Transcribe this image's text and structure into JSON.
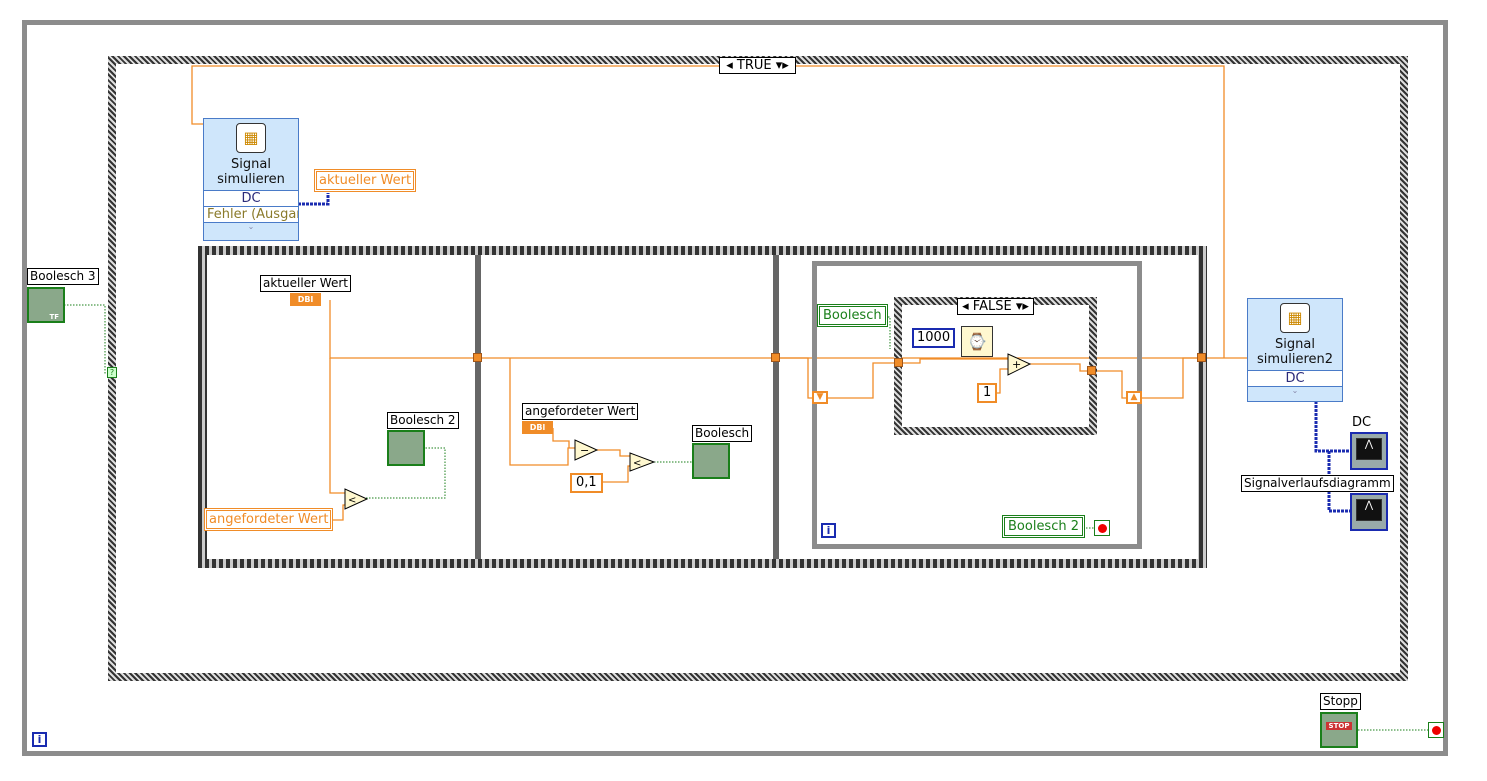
{
  "case_outer": {
    "selector": "TRUE"
  },
  "case_inner": {
    "selector": "FALSE"
  },
  "express_vi_1": {
    "title_line1": "Signal",
    "title_line2": "simulieren",
    "output1": "DC",
    "output2": "Fehler (Ausgar"
  },
  "express_vi_2": {
    "title_line1": "Signal",
    "title_line2": "simulieren2",
    "output1": "DC"
  },
  "indicators": {
    "aktueller_wert_out": "aktueller Wert",
    "angeforderter_wert_ctrl": "angefordeter Wert",
    "boolesch_inner": "Boolesch",
    "boolesch2_inner": "Boolesch 2"
  },
  "labels": {
    "boolesch3": "Boolesch 3",
    "aktueller_wert": "aktueller Wert",
    "boolesch2": "Boolesch 2",
    "angefordeter_wert": "angefordeter Wert",
    "boolesch": "Boolesch",
    "dc_graph": "DC",
    "signalverlauf": "Signalverlaufsdiagramm",
    "stopp": "Stopp"
  },
  "constants": {
    "wait_ms": "1000",
    "increment": "1",
    "threshold": "0,1"
  },
  "terminal_text": {
    "dbl": "DBl",
    "tf": "TF",
    "stop": "STOP",
    "iteration": "i"
  },
  "colors": {
    "wire_numeric": "#f08c28",
    "wire_boolean": "#1a7f1a",
    "wire_dynamic": "#1a2bb0",
    "loop_border": "#8c8c8c"
  }
}
